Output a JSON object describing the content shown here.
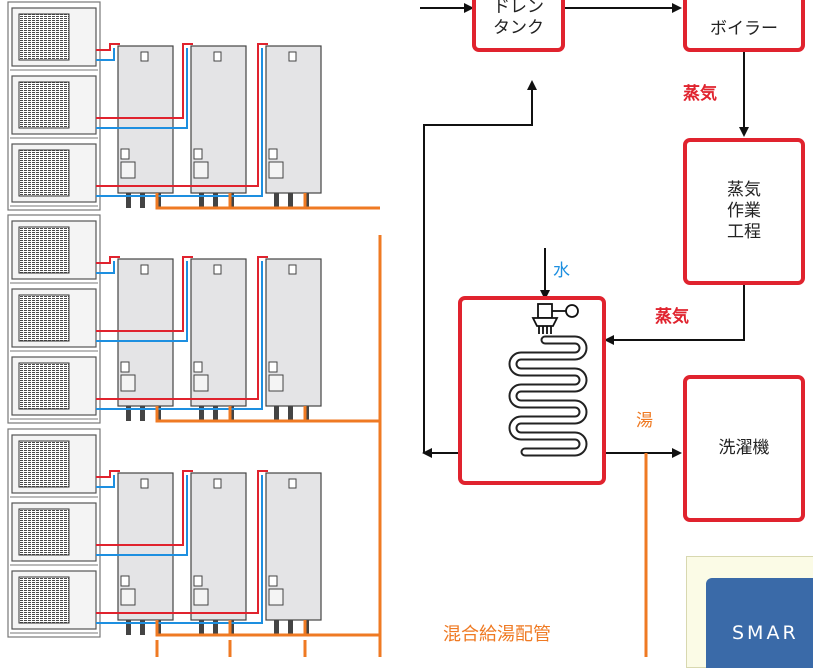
{
  "labels": {
    "drain_tank": [
      "ドレン",
      "タンク"
    ],
    "boiler": "ボイラー",
    "steam_top": "蒸気",
    "steam_process": [
      "蒸気",
      "作業",
      "工程"
    ],
    "water": "水",
    "steam_mid": "蒸気",
    "hot_water": "湯",
    "washer": "洗濯機",
    "mixed_piping": "混合給湯配管",
    "smart_banner": "SMAR"
  },
  "colors": {
    "box_border": "#e0232e",
    "hot_pipe": "#ef7a23",
    "cold_line": "#1d8fe0",
    "red_line": "#e0232e"
  }
}
